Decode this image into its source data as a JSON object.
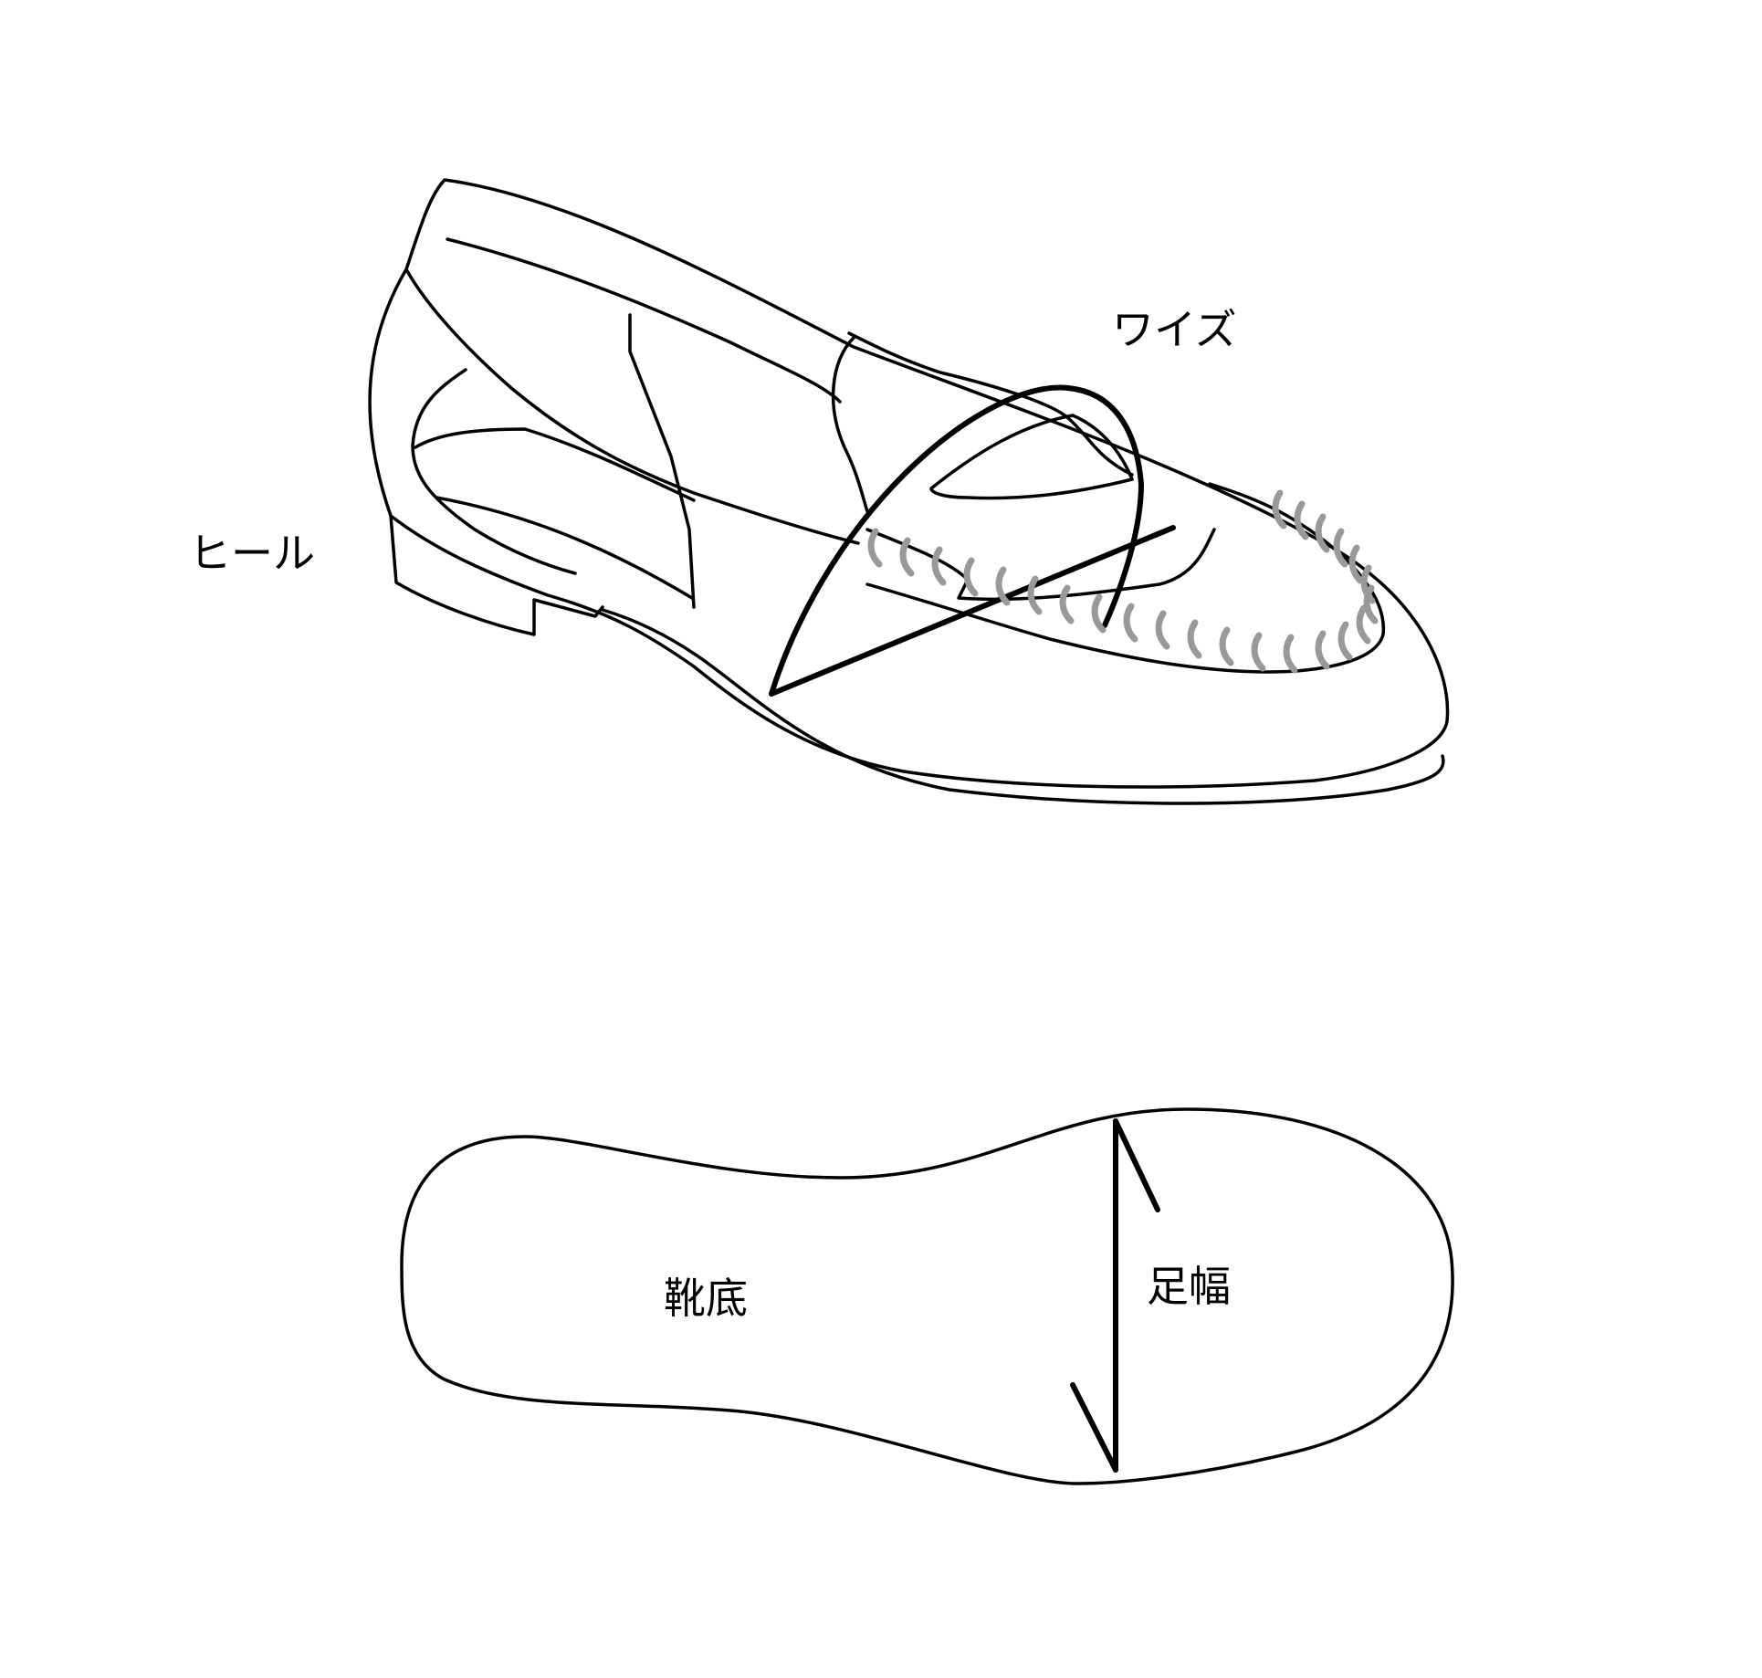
{
  "labels": {
    "heel": "ヒール",
    "width": "ワイズ",
    "sole": "靴底",
    "foot_width": "足幅"
  },
  "colors": {
    "line": "#000000",
    "stitching": "#999999",
    "background": "#ffffff"
  }
}
